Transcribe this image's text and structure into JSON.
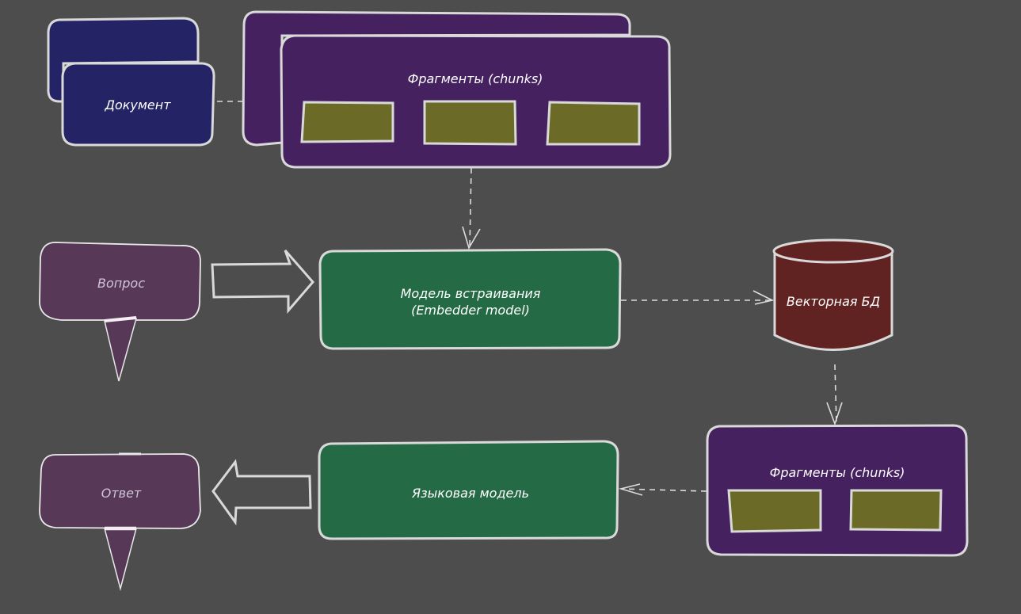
{
  "diagram": {
    "title": "",
    "colors": {
      "background": "#4d4d4d",
      "document": "#232366",
      "chunks_container": "#45215f",
      "chunk": "#6b6b27",
      "model": "#246b45",
      "vector_db": "#612222",
      "bubble": "#573957",
      "outline": "#d9d9d9"
    },
    "nodes": {
      "document": {
        "label": "Документ"
      },
      "chunks_top": {
        "label": "Фрагменты (chunks)",
        "chunk_count": 3
      },
      "question": {
        "label": "Вопрос"
      },
      "embedder": {
        "label_line1": "Модель встраивания",
        "label_line2": "(Embedder model)"
      },
      "vector_db": {
        "label": "Векторная БД"
      },
      "chunks_bottom": {
        "label": "Фрагменты (chunks)",
        "chunk_count": 2
      },
      "language_model": {
        "label": "Языковая модель"
      },
      "answer": {
        "label": "Ответ"
      }
    },
    "edges": [
      {
        "from": "document",
        "to": "chunks_top",
        "style": "dashed"
      },
      {
        "from": "chunks_top",
        "to": "embedder",
        "style": "dashed"
      },
      {
        "from": "question",
        "to": "embedder",
        "style": "block-arrow"
      },
      {
        "from": "embedder",
        "to": "vector_db",
        "style": "dashed"
      },
      {
        "from": "vector_db",
        "to": "chunks_bottom",
        "style": "dashed"
      },
      {
        "from": "chunks_bottom",
        "to": "language_model",
        "style": "dashed"
      },
      {
        "from": "language_model",
        "to": "answer",
        "style": "block-arrow"
      }
    ]
  }
}
